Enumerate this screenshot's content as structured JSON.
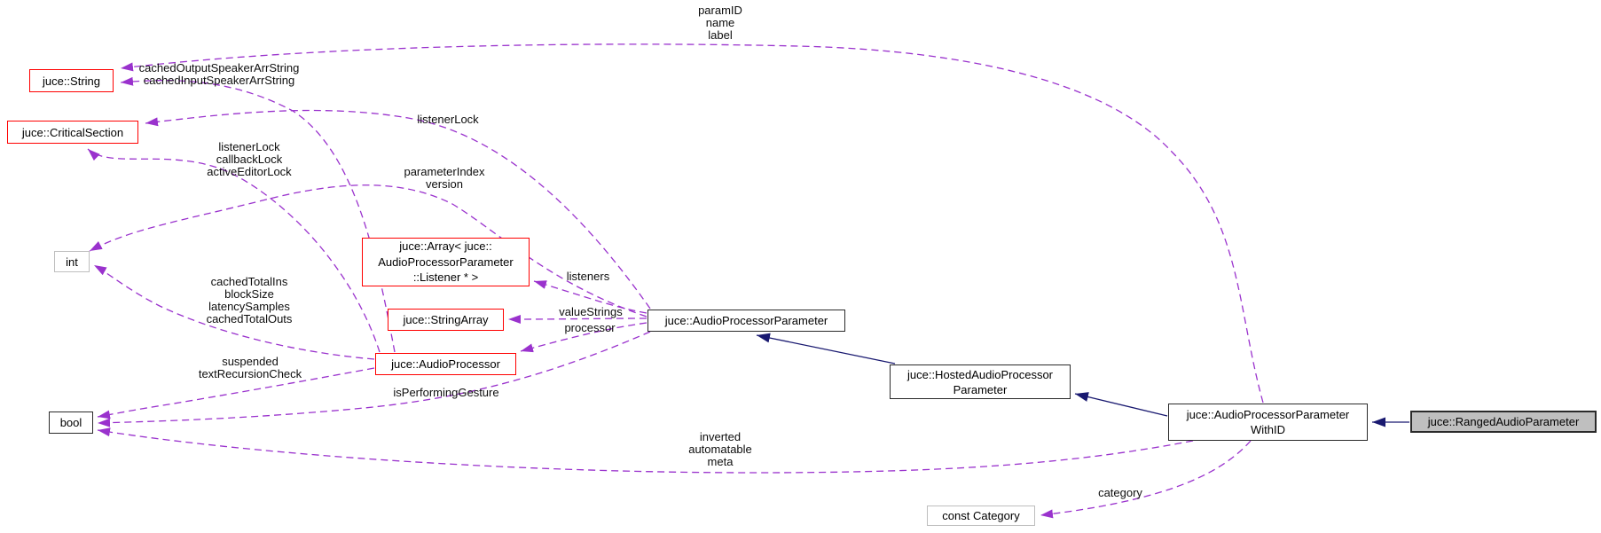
{
  "diagram": {
    "type": "collaboration-graph",
    "colors": {
      "usage_edge": "#9a32cd",
      "inheritance_edge": "#191970",
      "truncated_node_border": "#ff0000",
      "node_border": "#2a2a2a",
      "builtin_node_border": "#bebebe",
      "current_node_fill": "#bfbfbf",
      "background": "#ffffff"
    },
    "nodes": {
      "string": {
        "label": "juce::String"
      },
      "critical_section": {
        "label": "juce::CriticalSection"
      },
      "int": {
        "label": "int"
      },
      "bool": {
        "label": "bool"
      },
      "listener_array": {
        "lines": [
          "juce::Array< juce::",
          "AudioProcessorParameter",
          "::Listener * >"
        ]
      },
      "string_array": {
        "label": "juce::StringArray"
      },
      "audio_processor": {
        "label": "juce::AudioProcessor"
      },
      "audio_processor_parameter": {
        "label": "juce::AudioProcessorParameter"
      },
      "hosted_audio_processor_parameter": {
        "lines": [
          "juce::HostedAudioProcessor",
          "Parameter"
        ]
      },
      "audio_processor_parameter_with_id": {
        "lines": [
          "juce::AudioProcessorParameter",
          "WithID"
        ]
      },
      "ranged_audio_parameter": {
        "label": "juce::RangedAudioParameter"
      },
      "const_category": {
        "label": "const Category"
      }
    },
    "edge_labels": {
      "paramid": {
        "lines": [
          "paramID",
          "name",
          "label"
        ]
      },
      "cached_speaker": {
        "lines": [
          "cachedOutputSpeakerArrString",
          "cachedInputSpeakerArrString"
        ]
      },
      "listener_lock": {
        "lines": [
          "listenerLock"
        ]
      },
      "locks": {
        "lines": [
          "listenerLock",
          "callbackLock",
          "activeEditorLock"
        ]
      },
      "parameter_index": {
        "lines": [
          "parameterIndex",
          "version"
        ]
      },
      "cached_totals": {
        "lines": [
          "cachedTotalIns",
          "blockSize",
          "latencySamples",
          "cachedTotalOuts"
        ]
      },
      "listeners": {
        "lines": [
          "listeners"
        ]
      },
      "value_strings": {
        "lines": [
          "valueStrings"
        ]
      },
      "processor": {
        "lines": [
          "processor"
        ]
      },
      "suspended": {
        "lines": [
          "suspended",
          "textRecursionCheck"
        ]
      },
      "is_performing_gesture": {
        "lines": [
          "isPerformingGesture"
        ]
      },
      "inverted": {
        "lines": [
          "inverted",
          "automatable",
          "meta"
        ]
      },
      "category": {
        "lines": [
          "category"
        ]
      }
    }
  }
}
